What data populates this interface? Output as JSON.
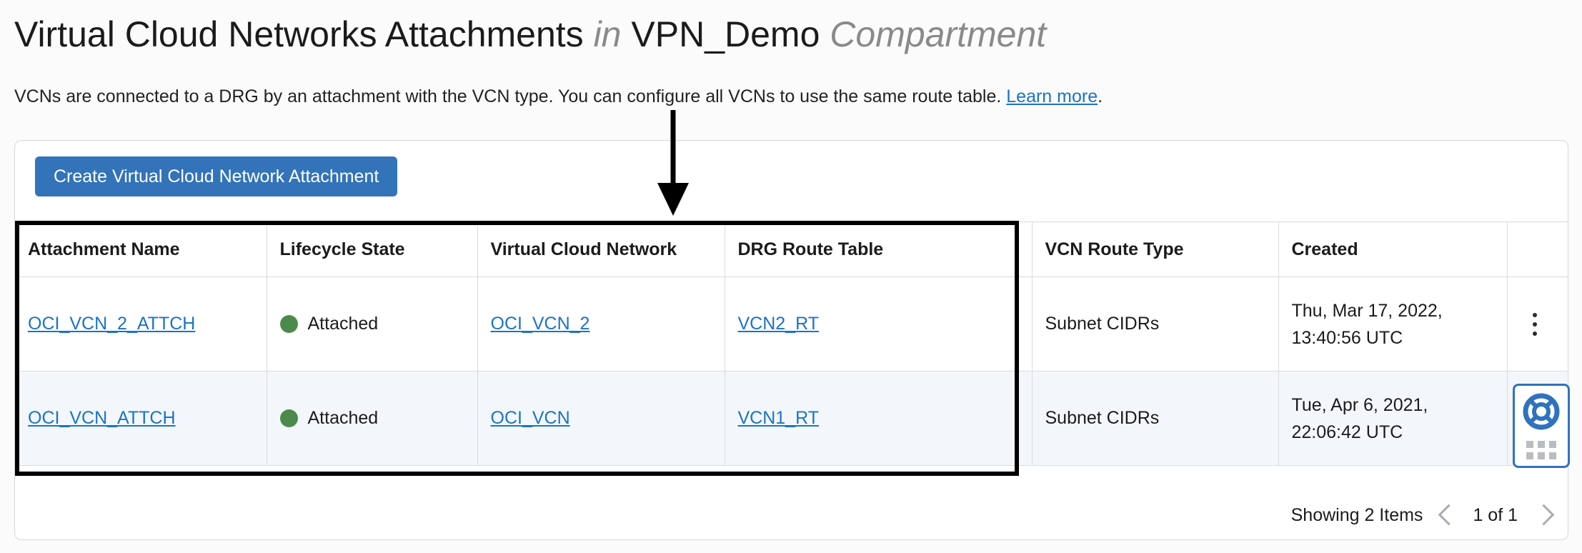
{
  "header": {
    "title_main": "Virtual Cloud Networks Attachments",
    "title_in": "in",
    "title_compartment_name": "VPN_Demo",
    "title_compartment_word": "Compartment",
    "subtitle_text": "VCNs are connected to a DRG by an attachment with the VCN type. You can configure all VCNs to use the same route table.",
    "subtitle_link": "Learn more",
    "subtitle_period": "."
  },
  "toolbar": {
    "create_label": "Create Virtual Cloud Network Attachment"
  },
  "table": {
    "columns": [
      "Attachment Name",
      "Lifecycle State",
      "Virtual Cloud Network",
      "DRG Route Table",
      "VCN Route Type",
      "Created"
    ],
    "rows": [
      {
        "attachment_name": "OCI_VCN_2_ATTCH",
        "lifecycle_state": "Attached",
        "virtual_cloud_network": "OCI_VCN_2",
        "drg_route_table": "VCN2_RT",
        "vcn_route_type": "Subnet CIDRs",
        "created_line1": "Thu, Mar 17, 2022,",
        "created_line2": "13:40:56 UTC"
      },
      {
        "attachment_name": "OCI_VCN_ATTCH",
        "lifecycle_state": "Attached",
        "virtual_cloud_network": "OCI_VCN",
        "drg_route_table": "VCN1_RT",
        "vcn_route_type": "Subnet CIDRs",
        "created_line1": "Tue, Apr 6, 2021,",
        "created_line2": "22:06:42 UTC"
      }
    ]
  },
  "footer": {
    "showing": "Showing 2 Items",
    "page_indicator": "1 of 1"
  },
  "colors": {
    "accent_blue": "#3273ba",
    "link_blue": "#1a73c7",
    "status_green": "#4b8a4b",
    "row_highlight": "#f3f7fc",
    "annotation_black": "#000000"
  },
  "icons": {
    "kebab": "vertical-dots-icon",
    "prev": "chevron-left-icon",
    "next": "chevron-right-icon",
    "help": "life-preserver-icon",
    "grid": "grid-dots-icon",
    "arrow": "down-arrow-annotation"
  }
}
